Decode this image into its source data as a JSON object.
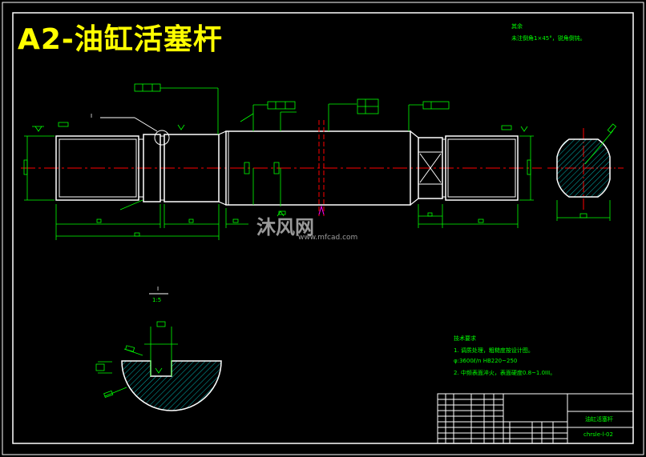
{
  "drawing": {
    "title": "A2-油缸活塞杆",
    "top_note_line1": "其余",
    "top_note_line2": "未注倒角1×45°，锐角倒钝。",
    "detail_label": "I",
    "detail_scale": "1:5",
    "callout_label": "I"
  },
  "tech_requirements": {
    "heading": "技术要求",
    "items": [
      "1. 调质处理，粗糙度按设计图。",
      "φ:3600ℓ/n   HB220~250",
      "2. 中频表面淬火，表面硬度0.8~1.0III。"
    ]
  },
  "title_block": {
    "part_name": "油缸活塞杆",
    "drawing_number": "chrsle-l-02"
  },
  "watermark": {
    "brand": "沐风网",
    "url": "www.mfcad.com"
  },
  "colors": {
    "background": "#000000",
    "outline": "#ffffff",
    "dimension": "#00ff00",
    "centerline": "#ff0000",
    "hatch": "#00ffff",
    "title": "#ffff00"
  }
}
